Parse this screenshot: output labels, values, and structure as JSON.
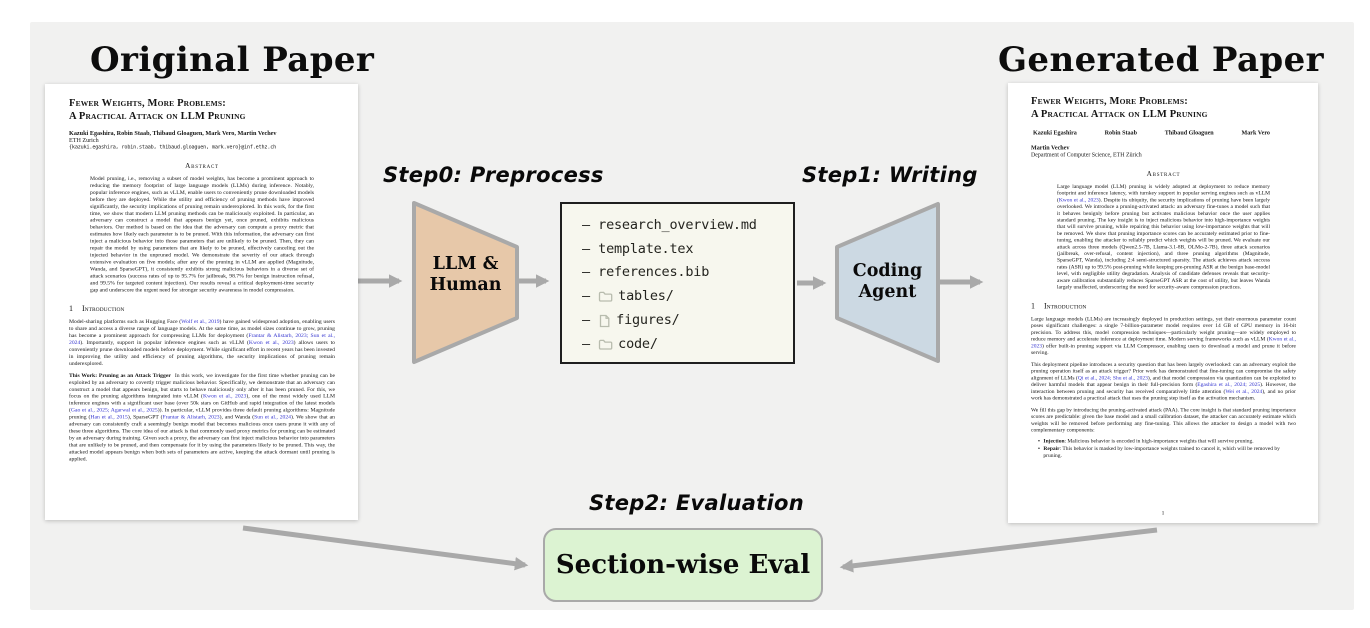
{
  "colors": {
    "panel_bg": "#f1f1f0",
    "arrow_gray": "#a9a9a9",
    "preprocess_node_fill": "#e7c8a9",
    "coding_node_fill": "#ccd9e3",
    "eval_box_fill": "#dcf3d2",
    "file_box_bg": "#f7f7ee",
    "file_box_border": "#1f1f1f",
    "citation_blue": "#3434cf"
  },
  "headers": {
    "left_title": "Original Paper",
    "right_title": "Generated Paper"
  },
  "step_labels": {
    "step0": "Step0: Preprocess",
    "step1": "Step1: Writing",
    "step2": "Step2: Evaluation"
  },
  "nodes": {
    "llm_human": {
      "line1": "LLM &",
      "line2": "Human"
    },
    "coding_agent": {
      "line1": "Coding",
      "line2": "Agent"
    },
    "eval_box": {
      "label": "Section-wise Eval"
    }
  },
  "file_box": {
    "items": [
      {
        "prefix": "–",
        "icon": "none",
        "label": "research_overview.md"
      },
      {
        "prefix": "–",
        "icon": "none",
        "label": "template.tex"
      },
      {
        "prefix": "–",
        "icon": "none",
        "label": "references.bib"
      },
      {
        "prefix": "–",
        "icon": "folder-icon",
        "label": "tables/"
      },
      {
        "prefix": "–",
        "icon": "file-icon",
        "label": "figures/"
      },
      {
        "prefix": "–",
        "icon": "folder-icon",
        "label": "code/"
      }
    ]
  },
  "original_paper": {
    "title_line1": "Fewer Weights, More Problems:",
    "title_line2": "A Practical Attack on LLM Pruning",
    "authors": "Kazuki Egashira, Robin Staab, Thibaud Gloaguen, Mark Vero, Martin Vechev",
    "affiliation": "ETH Zurich",
    "email": "{kazuki.egashira, robin.staab, thibaud.gloaguen, mark.vero}@inf.ethz.ch",
    "abstract_heading": "Abstract",
    "abstract": "Model pruning, i.e., removing a subset of model weights, has become a prominent approach to reducing the memory footprint of large language models (LLMs) during inference. Notably, popular inference engines, such as vLLM, enable users to conveniently prune downloaded models before they are deployed. While the utility and efficiency of pruning methods have improved significantly, the security implications of pruning remain underexplored. In this work, for the first time, we show that modern LLM pruning methods can be maliciously exploited. In particular, an adversary can construct a model that appears benign yet, once pruned, exhibits malicious behaviors. Our method is based on the idea that the adversary can compute a proxy metric that estimates how likely each parameter is to be pruned. With this information, the adversary can first inject a malicious behavior into those parameters that are unlikely to be pruned. Then, they can repair the model by using parameters that are likely to be pruned, effectively canceling out the injected behavior in the unpruned model. We demonstrate the severity of our attack through extensive evaluation on five models; after any of the pruning in vLLM are applied (Magnitude, Wanda, and SparseGPT), it consistently exhibits strong malicious behaviors in a diverse set of attack scenarios (success rates of up to 95.7% for jailbreak, 98.7% for benign instruction refusal, and 99.5% for targeted content injection). Our results reveal a critical deployment-time security gap and underscore the urgent need for stronger security awareness in model compression.",
    "section_number": "1",
    "section_title": "Introduction",
    "intro_para1": "Model-sharing platforms such as Hugging Face (Wolf et al., 2019) have gained widespread adoption, enabling users to share and access a diverse range of language models. At the same time, as model sizes continue to grow, pruning has become a prominent approach for compressing LLMs for deployment (Frantar & Alistarh, 2023; Sun et al., 2024). Importantly, support in popular inference engines such as vLLM (Kwon et al., 2023) allows users to conveniently prune downloaded models before deployment. While significant effort in recent years has been invested in improving the utility and efficiency of pruning algorithms, the security implications of pruning remain underexplored.",
    "para2_lead": "This Work: Pruning as an Attack Trigger",
    "para2_text": "In this work, we investigate for the first time whether pruning can be exploited by an adversary to covertly trigger malicious behavior. Specifically, we demonstrate that an adversary can construct a model that appears benign, but starts to behave maliciously only after it has been pruned. For this, we focus on the pruning algorithms integrated into vLLM (Kwon et al., 2023), one of the most widely used LLM inference engines with a significant user base (over 50k stars on GitHub and rapid integration of the latest models (Gao et al., 2025; Agarwal et al., 2025)). In particular, vLLM provides three default pruning algorithms: Magnitude pruning (Han et al., 2015), SparseGPT (Frantar & Alistarh, 2023), and Wanda (Sun et al., 2024). We show that an adversary can consistently craft a seemingly benign model that becomes malicious once users prune it with any of these three algorithms. The core idea of our attack is that commonly used proxy metrics for pruning can be estimated by an adversary during training. Given such a proxy, the adversary can first inject malicious behavior into parameters that are unlikely to be pruned, and then compensate for it by using the parameters likely to be pruned. This way, the attacked model appears benign when both sets of parameters are active, keeping the attack dormant until pruning is applied."
  },
  "generated_paper": {
    "title_line1": "Fewer Weights, More Problems:",
    "title_line2": "A Practical Attack on LLM Pruning",
    "authors_row": [
      "Kazuki Egashira",
      "Robin Staab",
      "Thibaud Gloaguen",
      "Mark Vero"
    ],
    "author_last": "Martin Vechev",
    "affiliation": "Department of Computer Science, ETH Zürich",
    "abstract_heading": "Abstract",
    "abstract": "Large language model (LLM) pruning is widely adopted at deployment to reduce memory footprint and inference latency, with turnkey support in popular serving engines such as vLLM (Kwon et al., 2023). Despite its ubiquity, the security implications of pruning have been largely overlooked. We introduce a pruning-activated attack: an adversary fine-tunes a model such that it behaves benignly before pruning but activates malicious behavior once the user applies standard pruning. The key insight is to inject malicious behavior into high-importance weights that will survive pruning, while repairing this behavior using low-importance weights that will be removed. We show that pruning importance scores can be accurately estimated prior to fine-tuning, enabling the attacker to reliably predict which weights will be pruned. We evaluate our attack across three models (Qwen2.5-7B, Llama-3.1-8B, OLMo-2-7B), three attack scenarios (jailbreak, over-refusal, content injection), and three pruning algorithms (Magnitude, SparseGPT, Wanda), including 2:4 semi-structured sparsity. The attack achieves attack success rates (ASR) up to 99.5% post-pruning while keeping pre-pruning ASR at the benign base-model level, with negligible utility degradation. Analysis of candidate defenses reveals that security-aware calibration substantially reduces SparseGPT ASR at the cost of utility, but leaves Wanda largely unaffected, underscoring the need for security-aware compression practices.",
    "section_number": "1",
    "section_title": "Introduction",
    "intro_para1": "Large language models (LLMs) are increasingly deployed in production settings, yet their enormous parameter count poses significant challenges: a single 7-billion-parameter model requires over 14 GB of GPU memory in 16-bit precision. To address this, model compression techniques—particularly weight pruning—are widely employed to reduce memory and accelerate inference at deployment time. Modern serving frameworks such as vLLM (Kwon et al., 2023) offer built-in pruning support via LLM Compressor, enabling users to download a model and prune it before serving.",
    "intro_para2": "This deployment pipeline introduces a security question that has been largely overlooked: can an adversary exploit the pruning operation itself as an attack trigger? Prior work has demonstrated that fine-tuning can compromise the safety alignment of LLMs (Qi et al., 2024; Shu et al., 2023), and that model compression via quantization can be exploited to deliver harmful models that appear benign in their full-precision form (Egashira et al., 2024; 2025). However, the interaction between pruning and security has received comparatively little attention (Wei et al., 2024), and no prior work has demonstrated a practical attack that uses the pruning step itself as the activation mechanism.",
    "intro_para3": "We fill this gap by introducing the pruning-activated attack (PAA). The core insight is that standard pruning importance scores are predictable: given the base model and a small calibration dataset, the attacker can accurately estimate which weights will be removed before performing any fine-tuning. This allows the attacker to design a model with two complementary components:",
    "bullets": [
      {
        "bullet": "•",
        "lead": "Injection",
        "text": ": Malicious behavior is encoded in high-importance weights that will survive pruning."
      },
      {
        "bullet": "•",
        "lead": "Repair",
        "text": ": This behavior is masked by low-importance weights trained to cancel it, which will be removed by pruning."
      }
    ],
    "page_number": "1"
  }
}
